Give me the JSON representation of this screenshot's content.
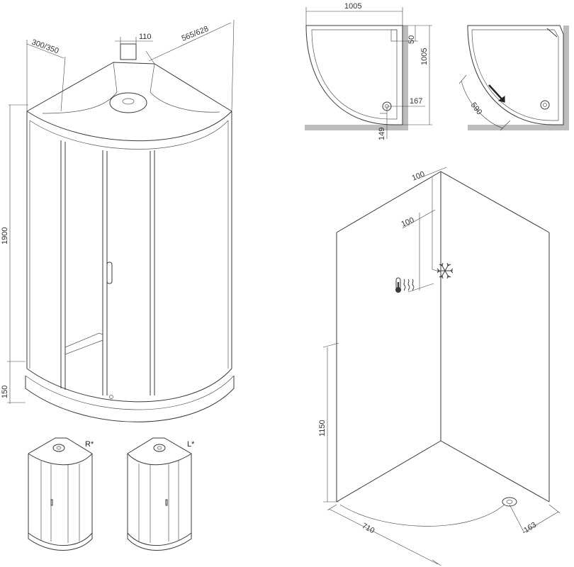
{
  "dimensions": {
    "front": {
      "roof_offset": "110",
      "side_width": "300/350",
      "diagonal_width": "565/628",
      "height": "1900",
      "tray_height": "150"
    },
    "plan": {
      "width": "1005",
      "depth": "1005",
      "wall_gap": "50",
      "drain_offset_x": "167",
      "drain_offset_y": "149"
    },
    "door_plan": {
      "door_opening": "590"
    },
    "wall_view": {
      "top_offset": "100",
      "inner_offset": "100",
      "connection_height": "1150",
      "floor_width": "710",
      "drain_offset": "163"
    }
  },
  "variants": {
    "right": "R*",
    "left": "L*"
  },
  "icons": {
    "cold": "snowflake-icon",
    "hot": "thermometer-heat-icon"
  },
  "colors": {
    "line": "#3a3a3a",
    "wall_strip": "#bdbdbd",
    "door_arrow": "#222222"
  }
}
